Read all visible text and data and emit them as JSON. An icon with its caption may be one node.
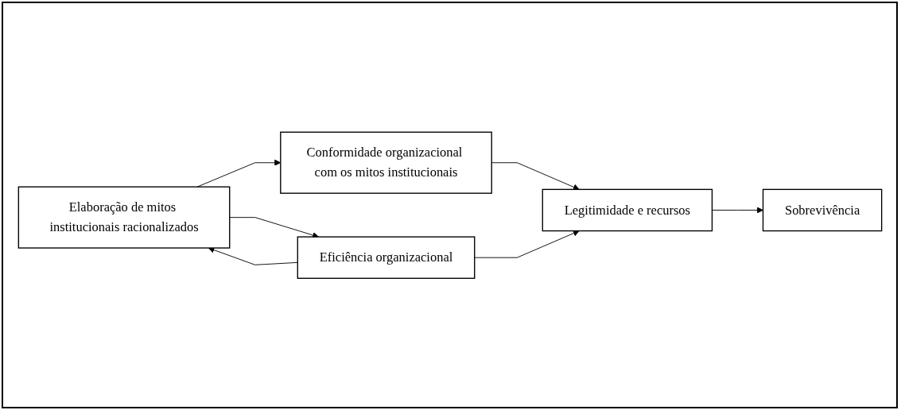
{
  "diagram": {
    "nodes": [
      {
        "text": [
          "Elaboração de mitos institucionais racionalizados"
        ]
      },
      {
        "text": [
          "Conformidade organizacional com os mitos institucionais"
        ]
      },
      {
        "text": [
          "Eficiência organizacional"
        ]
      },
      {
        "text": [
          "Legitimidade e recursos"
        ]
      },
      {
        "text": [
          "Sobrevivência"
        ]
      }
    ],
    "edges": [
      {
        "from": 0,
        "to": 1,
        "arrow": "to"
      },
      {
        "from": 0,
        "to": 2,
        "arrow": "to"
      },
      {
        "from": 2,
        "to": 0,
        "arrow": "to"
      },
      {
        "from": 1,
        "to": 3,
        "arrow": "to"
      },
      {
        "from": 2,
        "to": 3,
        "arrow": "to"
      },
      {
        "from": 3,
        "to": 4,
        "arrow": "to"
      }
    ]
  }
}
